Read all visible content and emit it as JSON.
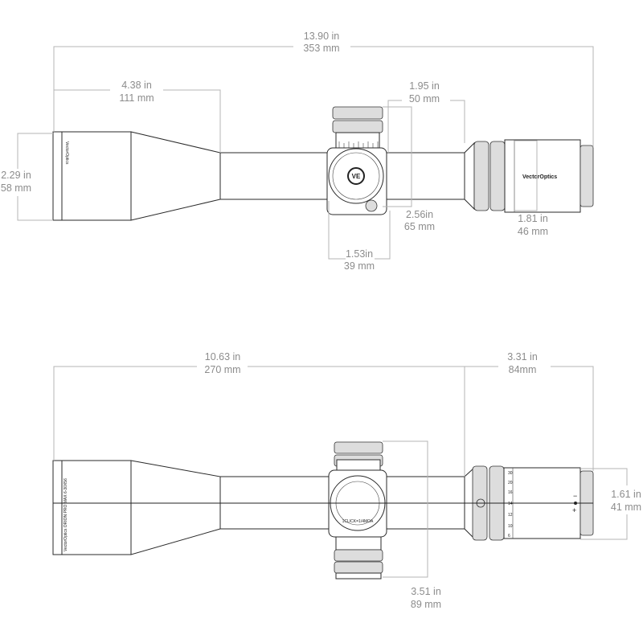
{
  "top_view": {
    "overall_length": {
      "in": "13.90 in",
      "mm": "353 mm"
    },
    "objective_bell_length": {
      "in": "4.38 in",
      "mm": "111 mm"
    },
    "objective_diameter": {
      "in": "2.29 in",
      "mm": "58 mm"
    },
    "mount_gap": {
      "in": "1.95 in",
      "mm": "50 mm"
    },
    "turret_height": {
      "in": "2.56in",
      "mm": "65 mm"
    },
    "turret_width": {
      "in": "1.53in",
      "mm": "39 mm"
    },
    "eyepiece_diameter": {
      "in": "1.81 in",
      "mm": "46 mm"
    },
    "brand": "VectorOptics",
    "objective_cap_text": "VectorOptics"
  },
  "side_view": {
    "front_length": {
      "in": "10.63 in",
      "mm": "270 mm"
    },
    "eye_relief_length": {
      "in": "3.31 in",
      "mm": "84mm"
    },
    "turret_height": {
      "in": "3.51 in",
      "mm": "89 mm"
    },
    "ocular_diameter": {
      "in": "1.61 in",
      "mm": "41 mm"
    },
    "model_text": "VectorOptics ORION PRO MAX 6-30X56",
    "turret_text": "1CLICK=1/4MOA",
    "power_marks": [
      "6",
      "10",
      "12",
      "14",
      "16",
      "20",
      "30"
    ]
  }
}
